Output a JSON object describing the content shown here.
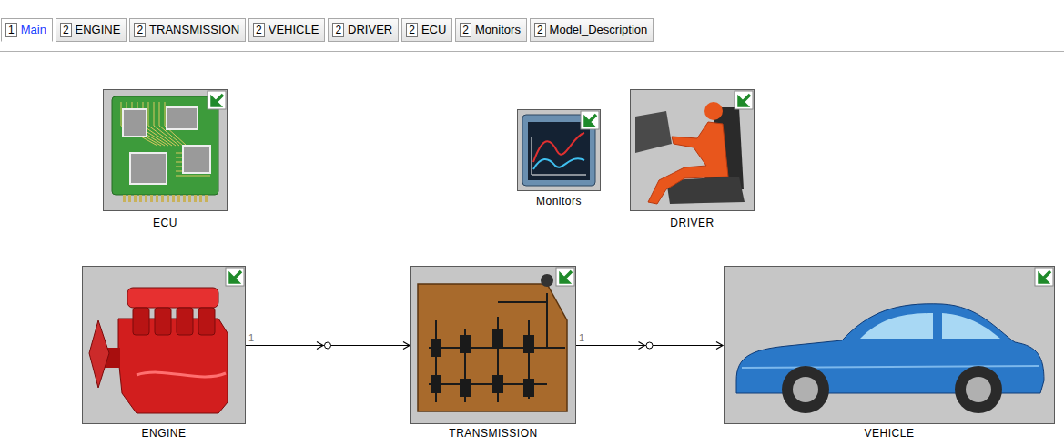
{
  "diagram": {
    "nodes": [
      {
        "text": [
          "ECU"
        ]
      },
      {
        "text": [
          "Monitors"
        ]
      },
      {
        "text": [
          "DRIVER"
        ]
      },
      {
        "text": [
          "ENGINE"
        ]
      },
      {
        "text": [
          "TRANSMISSION"
        ]
      },
      {
        "text": [
          "VEHICLE"
        ]
      }
    ],
    "edges": [
      {
        "from": 3,
        "to": 4,
        "arrow": "to"
      },
      {
        "from": 4,
        "to": 5,
        "arrow": "to"
      }
    ],
    "labels": [
      "1",
      "Main",
      "2",
      "ENGINE",
      "2",
      "TRANSMISSION",
      "2",
      "VEHICLE",
      "2",
      "DRIVER",
      "2",
      "ECU",
      "2",
      "Monitors",
      "2",
      "Model_Description",
      "1",
      "1"
    ]
  }
}
